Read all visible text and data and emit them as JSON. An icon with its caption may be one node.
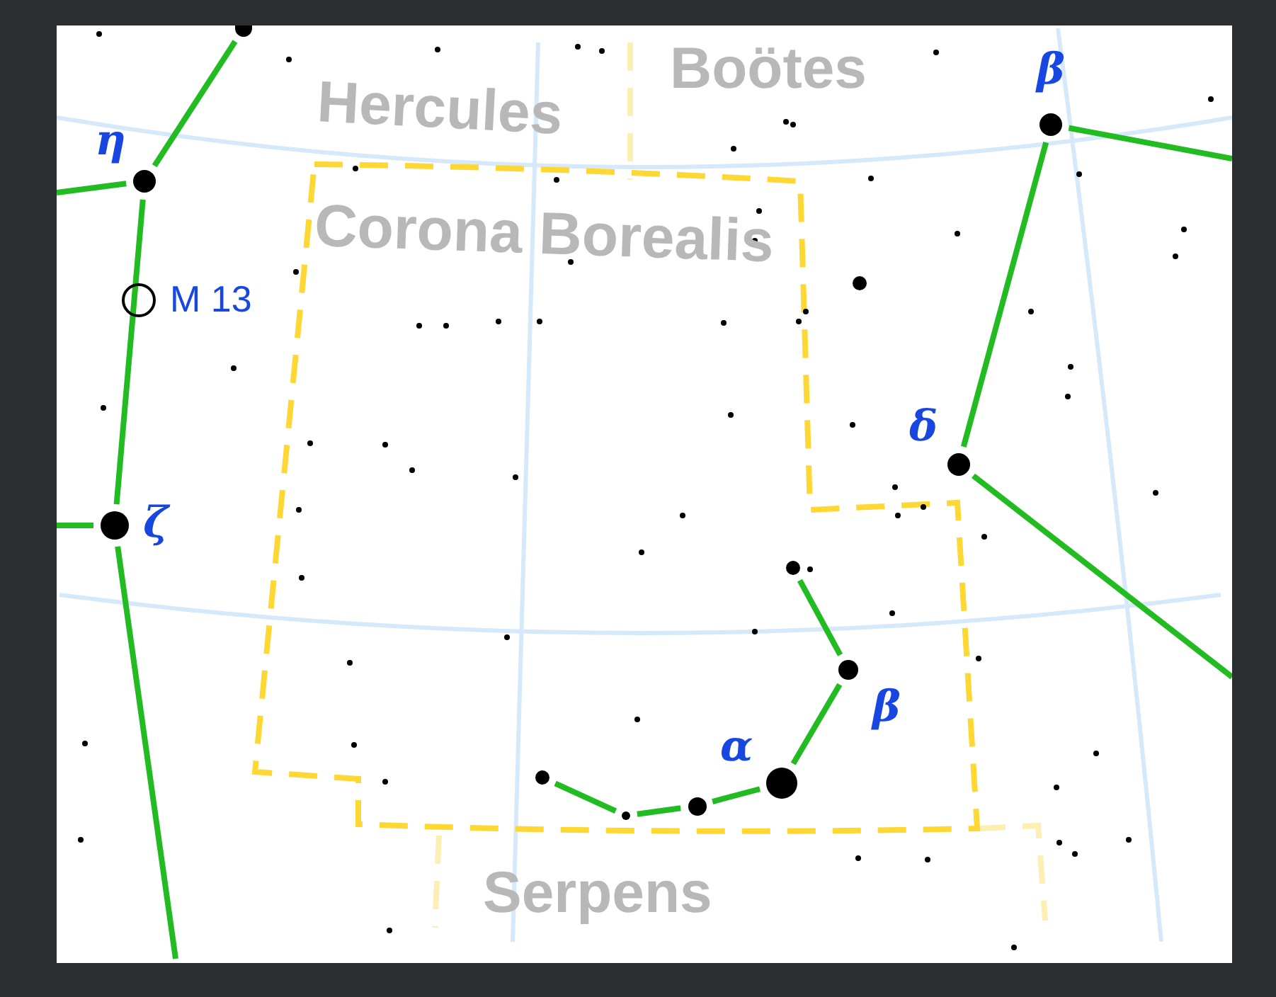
{
  "diagram": {
    "nodes": [
      {
        "text": [],
        "shape": "circle",
        "beside": [
          "η"
        ]
      },
      {
        "text": [],
        "shape": "circle"
      },
      {
        "text": [],
        "shape": "circle",
        "beside": [
          "ζ"
        ]
      },
      {
        "text": [],
        "shape": "circle",
        "beside": [
          "β"
        ]
      },
      {
        "text": [],
        "shape": "circle",
        "beside": [
          "δ"
        ]
      },
      {
        "text": [],
        "shape": "circle"
      },
      {
        "text": [],
        "shape": "circle"
      },
      {
        "text": [],
        "shape": "circle"
      },
      {
        "text": [],
        "shape": "circle",
        "beside": [
          "α"
        ]
      },
      {
        "text": [],
        "shape": "circle",
        "beside": [
          "β"
        ]
      },
      {
        "text": [],
        "shape": "circle"
      }
    ],
    "edges": [
      {
        "from": 1,
        "to": 0,
        "arrow": "none"
      },
      {
        "from": null,
        "to": 0,
        "arrow": "none"
      },
      {
        "from": 0,
        "to": 2,
        "arrow": "none"
      },
      {
        "from": null,
        "to": 2,
        "arrow": "none"
      },
      {
        "from": 2,
        "to": null,
        "arrow": "none"
      },
      {
        "from": 3,
        "to": null,
        "arrow": "none"
      },
      {
        "from": 3,
        "to": 4,
        "arrow": "none"
      },
      {
        "from": 4,
        "to": null,
        "arrow": "none"
      },
      {
        "from": 5,
        "to": 6,
        "arrow": "none"
      },
      {
        "from": 6,
        "to": 7,
        "arrow": "none"
      },
      {
        "from": 7,
        "to": 8,
        "arrow": "none"
      },
      {
        "from": 8,
        "to": 9,
        "arrow": "none"
      },
      {
        "from": 9,
        "to": 10,
        "arrow": "none"
      }
    ],
    "labels": [
      "Boötes",
      "Hercules",
      "Corona Borealis",
      "M 13",
      "Serpens"
    ]
  }
}
